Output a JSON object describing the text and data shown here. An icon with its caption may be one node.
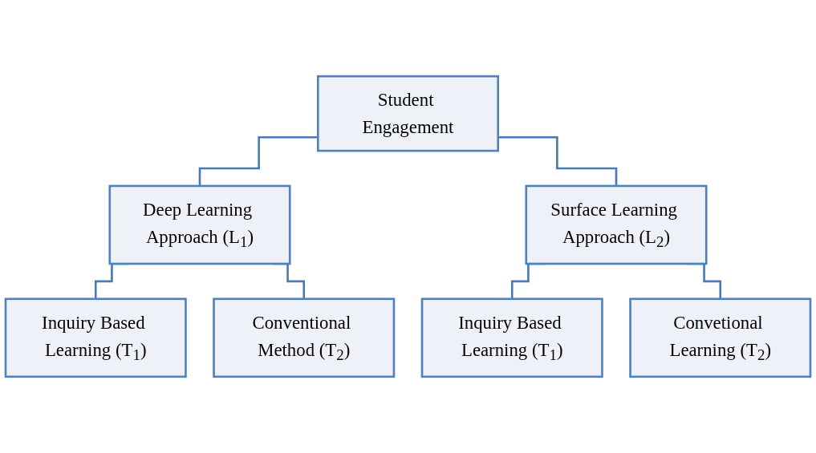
{
  "diagram": {
    "nodes": [
      {
        "text": [
          "Student Engagement"
        ]
      },
      {
        "text": [
          "Deep Learning Approach (L$_{1}$)"
        ]
      },
      {
        "text": [
          "Surface Learning Approach (L$_{2}$)"
        ]
      },
      {
        "text": [
          "Inquiry Based Learning (T$_{1}$)"
        ]
      },
      {
        "text": [
          "Conventional Method (T$_{2}$)"
        ]
      },
      {
        "text": [
          "Inquiry Based Learning (T$_{1}$)"
        ]
      },
      {
        "text": [
          "Convetional Learning (T$_{2}$)"
        ]
      }
    ],
    "edges": [
      {
        "from": 0,
        "to": 1,
        "arrow": "none"
      },
      {
        "from": 0,
        "to": 2,
        "arrow": "none"
      },
      {
        "from": 1,
        "to": 3,
        "arrow": "none"
      },
      {
        "from": 1,
        "to": 4,
        "arrow": "none"
      },
      {
        "from": 2,
        "to": 5,
        "arrow": "none"
      },
      {
        "from": 2,
        "to": 6,
        "arrow": "none"
      }
    ]
  }
}
